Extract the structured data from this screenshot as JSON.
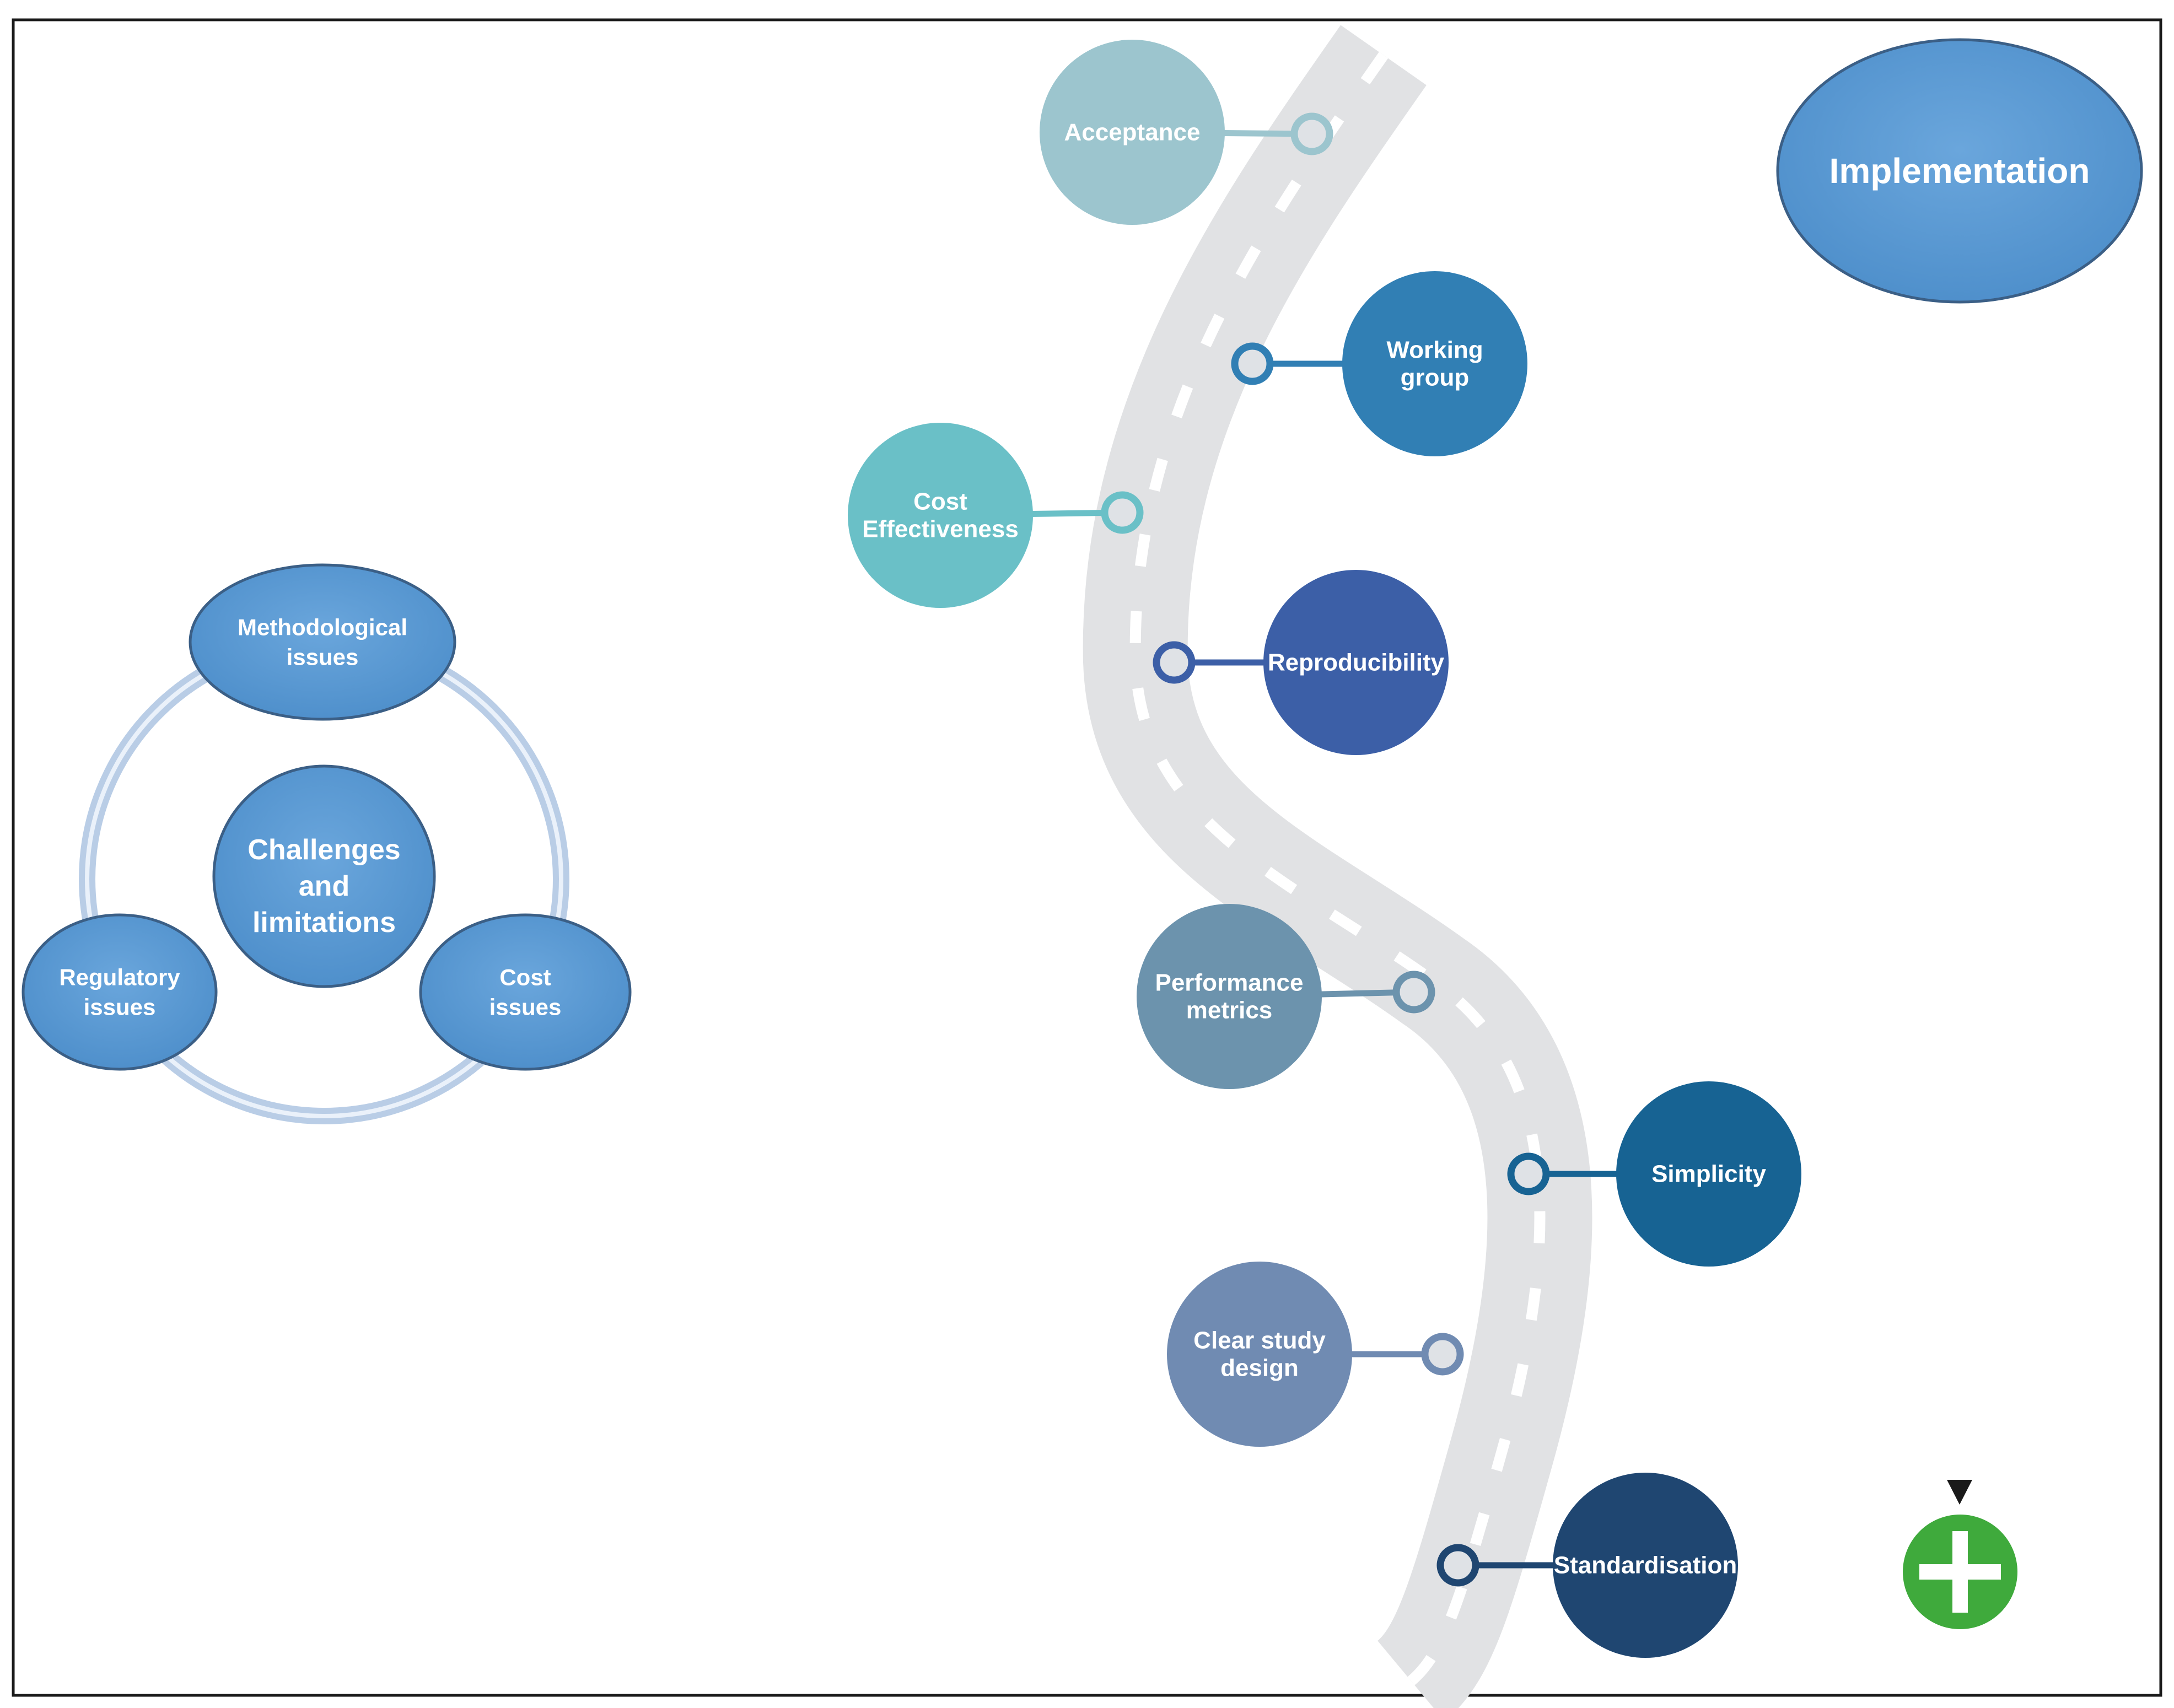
{
  "colors": {
    "ring": "#b9cde6",
    "node_blue": "#5b9bd5",
    "road": "#e1e2e4",
    "road_dash": "#ffffff",
    "arrow": "#1a1a1a",
    "plus_green": "#3faa3c"
  },
  "challenges": {
    "center": [
      "Challenges",
      "and",
      "limitations"
    ],
    "methodological": [
      "Methodological",
      "issues"
    ],
    "regulatory": [
      "Regulatory",
      "issues"
    ],
    "cost": [
      "Cost",
      "issues"
    ]
  },
  "road_factors": [
    {
      "lines": [
        "Acceptance"
      ],
      "color": "#9cc5ce"
    },
    {
      "lines": [
        "Working",
        "group"
      ],
      "color": "#317fb4"
    },
    {
      "lines": [
        "Cost",
        "Effectiveness"
      ],
      "color": "#6ac0c7"
    },
    {
      "lines": [
        "Reproducibility"
      ],
      "color": "#3c5fa7"
    },
    {
      "lines": [
        "Performance",
        "metrics"
      ],
      "color": "#6c93ad"
    },
    {
      "lines": [
        "Simplicity"
      ],
      "color": "#176393"
    },
    {
      "lines": [
        "Clear study",
        "design"
      ],
      "color": "#708bb2"
    },
    {
      "lines": [
        "Standardisation"
      ],
      "color": "#1f4671"
    }
  ],
  "implementation": {
    "label": "Implementation",
    "icon": "plus-circle-icon"
  }
}
